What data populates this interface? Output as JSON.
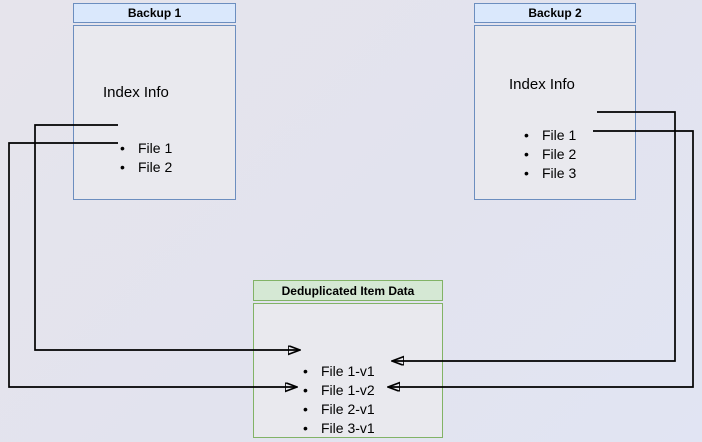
{
  "backup1": {
    "title": "Backup 1",
    "index_label": "Index Info",
    "files": [
      "File 1",
      "File 2"
    ]
  },
  "backup2": {
    "title": "Backup 2",
    "index_label": "Index Info",
    "files": [
      "File 1",
      "File 2",
      "File 3"
    ]
  },
  "dedup": {
    "title": "Deduplicated Item Data",
    "items": [
      "File 1-v1",
      "File 1-v2",
      "File 2-v1",
      "File 3-v1"
    ]
  },
  "connections": [
    {
      "from": "Backup 1 / File 1",
      "to": "File 1-v1"
    },
    {
      "from": "Backup 1 / File 2",
      "to": "File 2-v1"
    },
    {
      "from": "Backup 2 / File 1",
      "to": "File 1-v2"
    },
    {
      "from": "Backup 2 / File 2",
      "to": "File 2-v1"
    }
  ],
  "colors": {
    "backup_header_fill": "#dae8fc",
    "backup_border": "#6c8ebf",
    "dedup_header_fill": "#d5e8d4",
    "dedup_border": "#82b366",
    "node_body_fill": "#e9e9ee",
    "connector": "#000000",
    "background": "#e3e3ee"
  }
}
